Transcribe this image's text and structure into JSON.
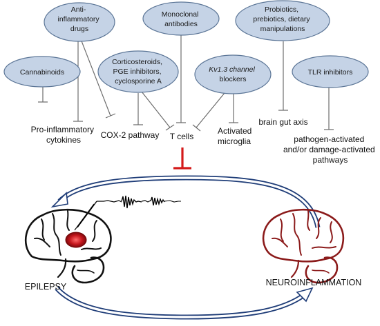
{
  "colors": {
    "oval_fill": "#c5d3e6",
    "oval_stroke": "#5b7596",
    "line": "#6d6d6d",
    "inhibit_red": "#d41a1a",
    "arrow_blue": "#1f3d78",
    "epilepsy_focus": "#c4161c",
    "neuro_brain": "#8b1a1a"
  },
  "interventions": [
    {
      "id": "anti-inflammatory-drugs",
      "lines": [
        "Anti-",
        "inflammatory",
        "drugs"
      ]
    },
    {
      "id": "monoclonal-antibodies",
      "lines": [
        "Monoclonal",
        "antibodies"
      ]
    },
    {
      "id": "probiotics",
      "lines": [
        "Probiotics,",
        "prebiotics, dietary",
        "manipulations"
      ]
    },
    {
      "id": "cannabinoids",
      "lines": [
        "Cannabinoids"
      ]
    },
    {
      "id": "corticosteroids",
      "lines": [
        "Corticosteroids,",
        "PGE inhibitors,",
        "cyclosporine A"
      ]
    },
    {
      "id": "kv13-blockers",
      "lines": [
        "Kv1.3 channel",
        "blockers"
      ]
    },
    {
      "id": "tlr-inhibitors",
      "lines": [
        "TLR inhibitors"
      ]
    }
  ],
  "targets": [
    {
      "id": "pro-inflammatory-cytokines",
      "lines": [
        "Pro-inflammatory",
        "cytokines"
      ]
    },
    {
      "id": "cox2-pathway",
      "lines": [
        "COX-2 pathway"
      ]
    },
    {
      "id": "t-cells",
      "lines": [
        "T cells"
      ]
    },
    {
      "id": "activated-microglia",
      "lines": [
        "Activated",
        "microglia"
      ]
    },
    {
      "id": "brain-gut-axis",
      "lines": [
        "brain gut axis"
      ]
    },
    {
      "id": "pathogen-pathways",
      "lines": [
        "pathogen-activated",
        "and/or damage-activated",
        "pathways"
      ]
    }
  ],
  "cycle": {
    "left_label": "EPILEPSY",
    "right_label": "NEUROINFLAMMATION"
  }
}
